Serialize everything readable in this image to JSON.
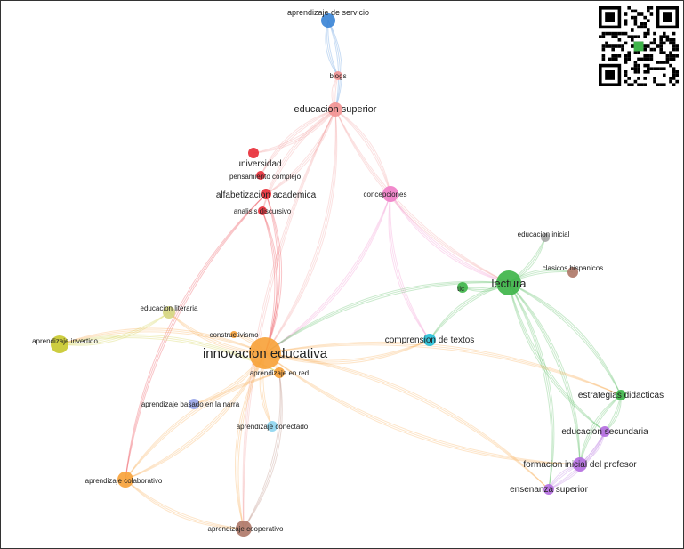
{
  "clusters": {
    "red": "#e8303a",
    "pink": "#f080c8",
    "salmon": "#f29494",
    "blue": "#3c86d6",
    "green": "#3fb54a",
    "cyan": "#27bfd8",
    "orange": "#f7a33c",
    "olive": "#c9c930",
    "khaki": "#d6d682",
    "purple": "#b46ee0",
    "grey": "#a8a8a8",
    "brown": "#b07a6a",
    "lavender": "#9aa7e8",
    "lightblue": "#8fd6f0"
  },
  "nodes": [
    {
      "id": "aprendizaje_servicio",
      "label": "aprendizaje de servicio",
      "cluster": "blue"
    },
    {
      "id": "blogs",
      "label": "blogs",
      "cluster": "salmon"
    },
    {
      "id": "educacion_superior",
      "label": "educacion superior",
      "cluster": "salmon"
    },
    {
      "id": "universidad",
      "label": "universidad",
      "cluster": "red"
    },
    {
      "id": "pensamiento_complejo",
      "label": "pensamiento complejo",
      "cluster": "red"
    },
    {
      "id": "alfabetizacion_academica",
      "label": "alfabetizacion academica",
      "cluster": "red"
    },
    {
      "id": "analisis_discursivo",
      "label": "analisis discursivo",
      "cluster": "red"
    },
    {
      "id": "concepciones",
      "label": "concepciones",
      "cluster": "pink"
    },
    {
      "id": "educacion_inicial",
      "label": "educacion inicial",
      "cluster": "grey"
    },
    {
      "id": "clasicos_hispanicos",
      "label": "clasicos hispanicos",
      "cluster": "brown"
    },
    {
      "id": "lectura",
      "label": "lectura",
      "cluster": "green"
    },
    {
      "id": "tic",
      "label": "tic",
      "cluster": "green"
    },
    {
      "id": "educacion_literaria",
      "label": "educacion literaria",
      "cluster": "khaki"
    },
    {
      "id": "aprendizaje_invertido",
      "label": "aprendizaje invertido",
      "cluster": "olive"
    },
    {
      "id": "constructivismo",
      "label": "constructivismo",
      "cluster": "orange"
    },
    {
      "id": "innovacion_educativa",
      "label": "innovacion educativa",
      "cluster": "orange"
    },
    {
      "id": "aprendizaje_en_red",
      "label": "aprendizaje en red",
      "cluster": "orange"
    },
    {
      "id": "comprension_textos",
      "label": "comprension de textos",
      "cluster": "cyan"
    },
    {
      "id": "aprendizaje_basado_narra",
      "label": "aprendizaje basado en la narra",
      "cluster": "lavender"
    },
    {
      "id": "aprendizaje_conectado",
      "label": "aprendizaje conectado",
      "cluster": "lightblue"
    },
    {
      "id": "estrategias_didacticas",
      "label": "estrategias didacticas",
      "cluster": "green"
    },
    {
      "id": "educacion_secundaria",
      "label": "educacion secundaria",
      "cluster": "purple"
    },
    {
      "id": "formacion_inicial_profesor",
      "label": "formacion inicial del profesor",
      "cluster": "purple"
    },
    {
      "id": "ensenanza_superior",
      "label": "ensenanza superior",
      "cluster": "purple"
    },
    {
      "id": "aprendizaje_colaborativo",
      "label": "aprendizaje colaborativo",
      "cluster": "orange"
    },
    {
      "id": "aprendizaje_cooperativo",
      "label": "aprendizaje cooperativo",
      "cluster": "brown"
    }
  ],
  "edges": [
    [
      "aprendizaje_servicio",
      "blogs"
    ],
    [
      "aprendizaje_servicio",
      "educacion_superior"
    ],
    [
      "blogs",
      "educacion_superior"
    ],
    [
      "educacion_superior",
      "universidad"
    ],
    [
      "educacion_superior",
      "pensamiento_complejo"
    ],
    [
      "educacion_superior",
      "alfabetizacion_academica"
    ],
    [
      "educacion_superior",
      "analisis_discursivo"
    ],
    [
      "educacion_superior",
      "concepciones"
    ],
    [
      "educacion_superior",
      "lectura"
    ],
    [
      "educacion_superior",
      "innovacion_educativa"
    ],
    [
      "educacion_superior",
      "aprendizaje_cooperativo"
    ],
    [
      "alfabetizacion_academica",
      "innovacion_educativa"
    ],
    [
      "alfabetizacion_academica",
      "aprendizaje_colaborativo"
    ],
    [
      "analisis_discursivo",
      "innovacion_educativa"
    ],
    [
      "concepciones",
      "lectura"
    ],
    [
      "concepciones",
      "innovacion_educativa"
    ],
    [
      "concepciones",
      "comprension_textos"
    ],
    [
      "lectura",
      "tic"
    ],
    [
      "lectura",
      "educacion_inicial"
    ],
    [
      "lectura",
      "clasicos_hispanicos"
    ],
    [
      "lectura",
      "comprension_textos"
    ],
    [
      "lectura",
      "estrategias_didacticas"
    ],
    [
      "lectura",
      "educacion_secundaria"
    ],
    [
      "lectura",
      "formacion_inicial_profesor"
    ],
    [
      "lectura",
      "innovacion_educativa"
    ],
    [
      "lectura",
      "ensenanza_superior"
    ],
    [
      "innovacion_educativa",
      "aprendizaje_invertido"
    ],
    [
      "innovacion_educativa",
      "educacion_literaria"
    ],
    [
      "innovacion_educativa",
      "constructivismo"
    ],
    [
      "innovacion_educativa",
      "aprendizaje_en_red"
    ],
    [
      "innovacion_educativa",
      "comprension_textos"
    ],
    [
      "innovacion_educativa",
      "aprendizaje_basado_narra"
    ],
    [
      "innovacion_educativa",
      "aprendizaje_conectado"
    ],
    [
      "innovacion_educativa",
      "aprendizaje_colaborativo"
    ],
    [
      "innovacion_educativa",
      "aprendizaje_cooperativo"
    ],
    [
      "innovacion_educativa",
      "ensenanza_superior"
    ],
    [
      "innovacion_educativa",
      "formacion_inicial_profesor"
    ],
    [
      "innovacion_educativa",
      "estrategias_didacticas"
    ],
    [
      "aprendizaje_invertido",
      "educacion_literaria"
    ],
    [
      "aprendizaje_invertido",
      "aprendizaje_en_red"
    ],
    [
      "aprendizaje_colaborativo",
      "aprendizaje_cooperativo"
    ],
    [
      "aprendizaje_colaborativo",
      "aprendizaje_en_red"
    ],
    [
      "aprendizaje_cooperativo",
      "aprendizaje_en_red"
    ],
    [
      "estrategias_didacticas",
      "educacion_secundaria"
    ],
    [
      "estrategias_didacticas",
      "formacion_inicial_profesor"
    ],
    [
      "educacion_secundaria",
      "formacion_inicial_profesor"
    ],
    [
      "formacion_inicial_profesor",
      "ensenanza_superior"
    ],
    [
      "educacion_secundaria",
      "ensenanza_superior"
    ]
  ]
}
